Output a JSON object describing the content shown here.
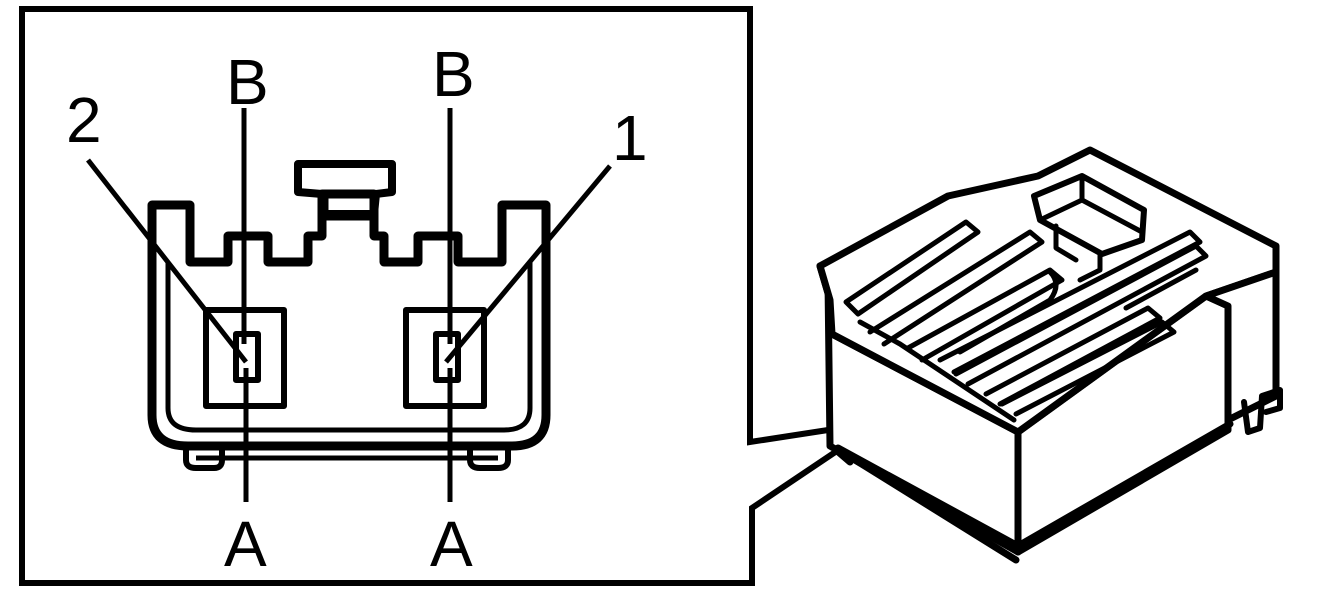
{
  "inset": {
    "labels": {
      "pin_2": "2",
      "pin_1": "1",
      "b_left": "B",
      "b_right": "B",
      "a_left": "A",
      "a_right": "A"
    }
  },
  "colors": {
    "ink": "#000000",
    "paper": "#ffffff"
  }
}
